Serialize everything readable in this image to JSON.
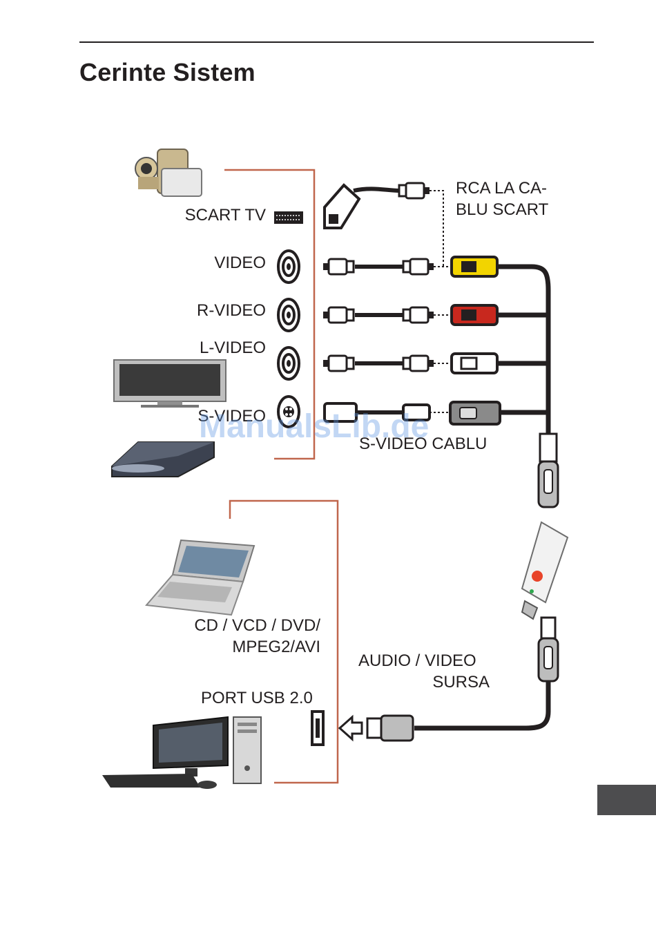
{
  "page": {
    "title": "Cerinte Sistem"
  },
  "labels": {
    "scart_tv": "SCART TV",
    "video": "VIDEO",
    "r_video": "R-VIDEO",
    "l_video": "L-VIDEO",
    "s_video": "S-VIDEO",
    "rca_scart_line1": "RCA LA CA-",
    "rca_scart_line2": "BLU SCART",
    "s_video_cable": "S-VIDEO CABLU",
    "formats_line1": "CD / VCD  / DVD/",
    "formats_line2": "MPEG2/AVI",
    "source_line1": "AUDIO  / VIDEO",
    "source_line2": "SURSA",
    "usb_port": "PORT USB 2.0"
  },
  "watermark": "ManualsLib.de",
  "colors": {
    "frame": "#c0664c",
    "cable": "#231f20",
    "rca_yellow": "#f2d400",
    "rca_red": "#c8281e",
    "rca_white": "#ffffff",
    "s_video_plug": "#8a8a8a",
    "usb_stick_accent": "#e8442a",
    "tab": "#4d4d4f"
  },
  "icons": [
    "camcorder-icon",
    "tv-icon",
    "dvd-player-icon",
    "laptop-icon",
    "desktop-computer-icon",
    "scart-connector-icon",
    "rca-jack-icon",
    "s-video-jack-icon",
    "usb-grabber-icon",
    "usb-port-icon",
    "arrow-left-icon"
  ]
}
